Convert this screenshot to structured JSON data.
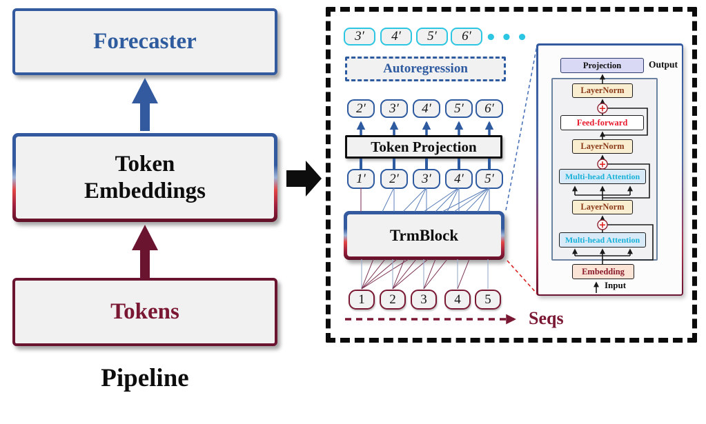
{
  "pipeline": {
    "forecaster": "Forecaster",
    "token_embeddings": "Token Embeddings",
    "tokens": "Tokens",
    "caption": "Pipeline"
  },
  "panel": {
    "autoregression": "Autoregression",
    "token_projection": "Token Projection",
    "trmblock": "TrmBlock",
    "seqs": "Seqs",
    "dots": "•••",
    "future_tokens": [
      "3′",
      "4′",
      "5′",
      "6′"
    ],
    "output_tokens": [
      "2′",
      "3′",
      "4′",
      "5′",
      "6′"
    ],
    "hidden_tokens": [
      "1′",
      "2′",
      "3′",
      "4′",
      "5′"
    ],
    "input_tokens": [
      "1",
      "2",
      "3",
      "4",
      "5"
    ]
  },
  "detail": {
    "projection": "Projection",
    "output": "Output",
    "layernorm": "LayerNorm",
    "feed_forward": "Feed-forward",
    "attention": "Multi-head Attention",
    "embedding": "Embedding",
    "input": "Input",
    "plus": "+"
  },
  "colors": {
    "blue": "#2e5aa0",
    "maroon": "#7a1733",
    "cyan": "#2cc6e2",
    "box_fill": "#f1f1f1",
    "lavender": "#d9d9f5",
    "cream": "#faeed0",
    "light_blue": "#d8eaf7",
    "peach": "#fbe4d5",
    "red_text": "#e8192c",
    "attention_text": "#17b1d8",
    "layernorm_text": "#8b3a1a"
  }
}
